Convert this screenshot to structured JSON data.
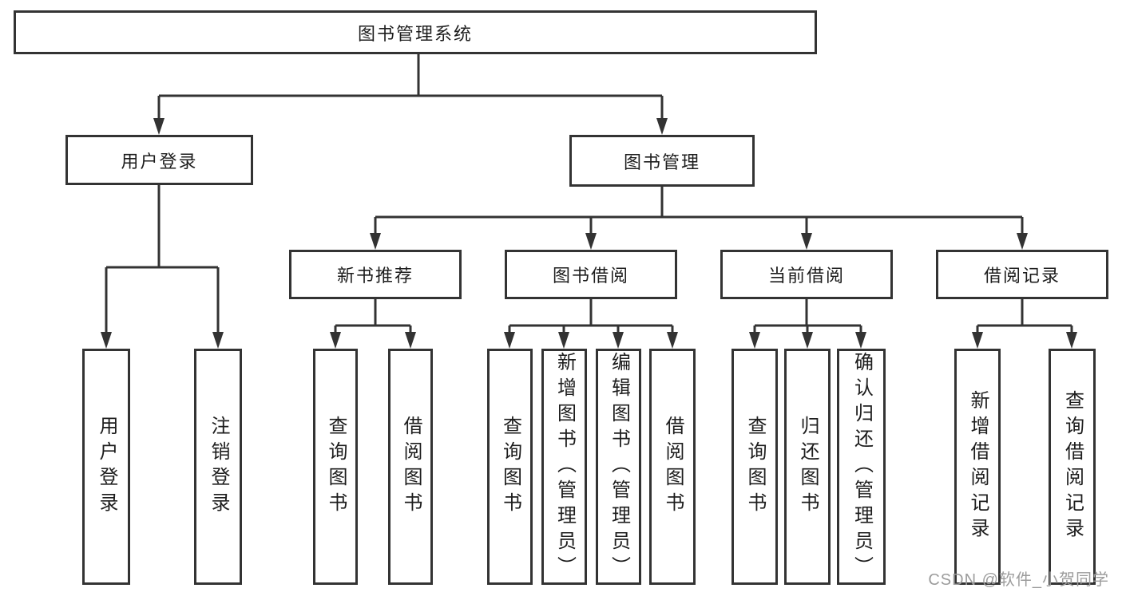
{
  "diagram": {
    "root_label": "图书管理系统",
    "level2": {
      "user_login": "用户登录",
      "book_mgmt": "图书管理"
    },
    "level3": {
      "new_book": "新书推荐",
      "borrow": "图书借阅",
      "current": "当前借阅",
      "records": "借阅记录"
    },
    "leaves": {
      "user_login": [
        "用户登录",
        "注销登录"
      ],
      "new_book": [
        "查询图书",
        "借阅图书"
      ],
      "borrow": [
        "查询图书",
        "新增图书（管理员）",
        "编辑图书（管理员）",
        "借阅图书"
      ],
      "current": [
        "查询图书",
        "归还图书",
        "确认归还（管理员）"
      ],
      "records": [
        "新增借阅记录",
        "查询借阅记录"
      ]
    }
  },
  "watermark": "CSDN @软件_小贺同学",
  "colors": {
    "line": "#333333",
    "text": "#1d1d1d",
    "watermark": "#9c9c9c",
    "background": "#ffffff"
  }
}
